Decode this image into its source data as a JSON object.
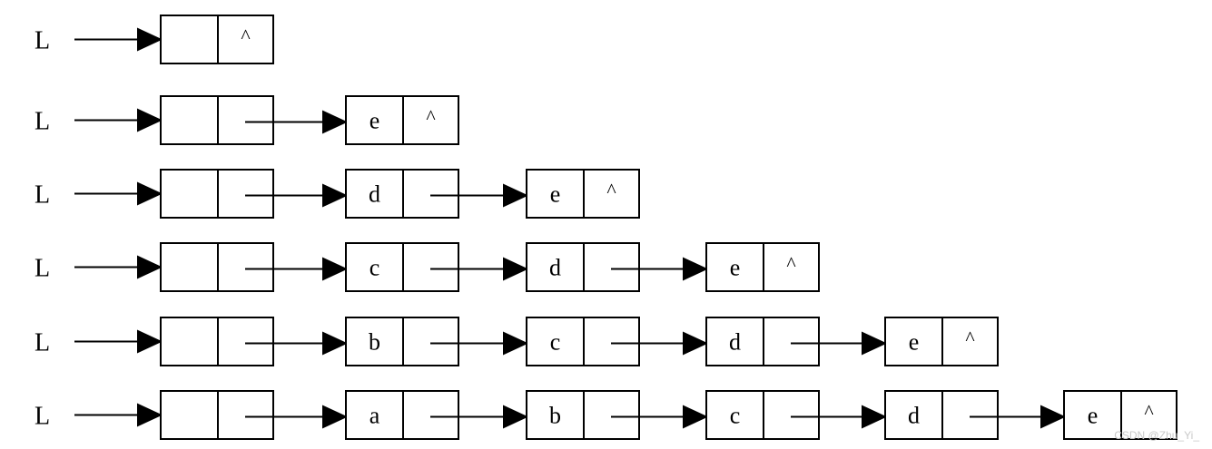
{
  "head_label": "L",
  "null_symbol": "^",
  "rows": [
    {
      "nodes": [
        ""
      ]
    },
    {
      "nodes": [
        "",
        "e"
      ]
    },
    {
      "nodes": [
        "",
        "d",
        "e"
      ]
    },
    {
      "nodes": [
        "",
        "c",
        "d",
        "e"
      ]
    },
    {
      "nodes": [
        "",
        "b",
        "c",
        "d",
        "e"
      ]
    },
    {
      "nodes": [
        "",
        "a",
        "b",
        "c",
        "d",
        "e"
      ]
    }
  ],
  "watermark": "CSDN @Zhu_Yi_"
}
